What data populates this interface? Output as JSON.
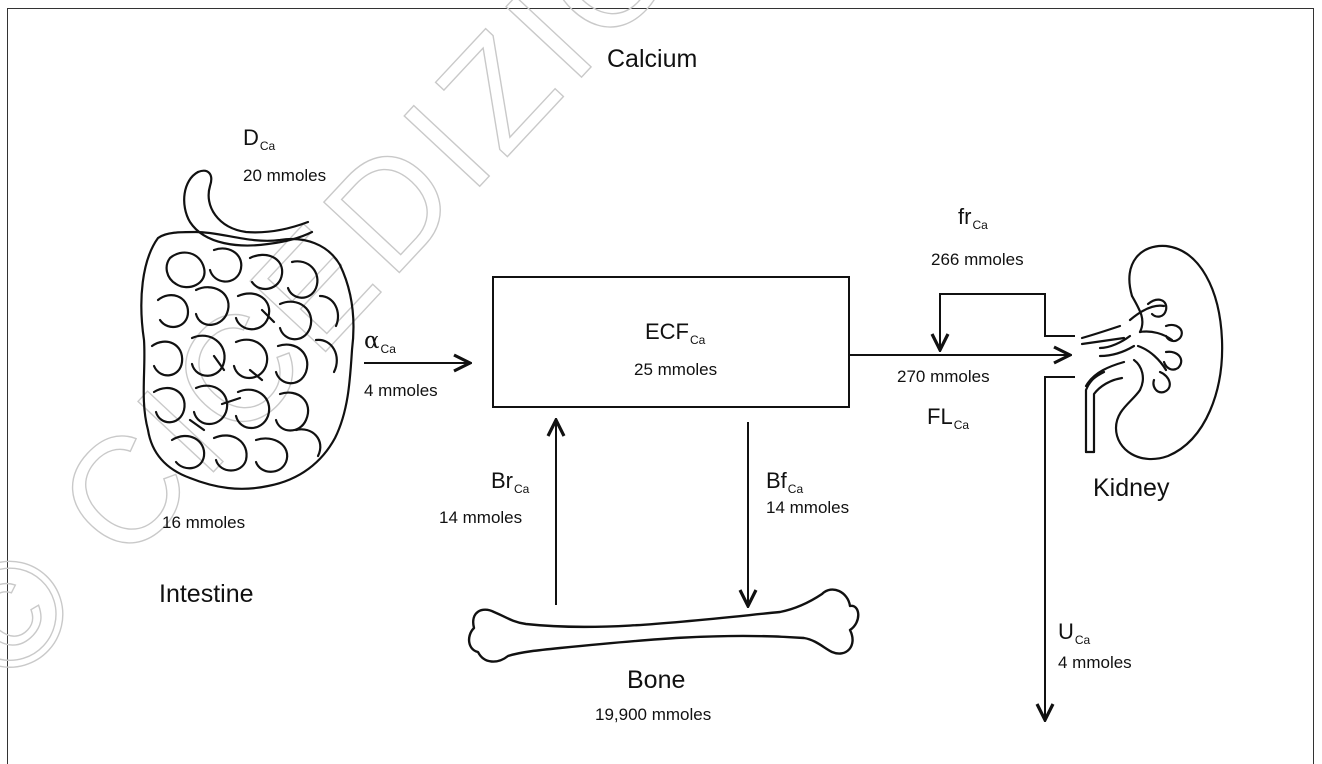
{
  "title": "Calcium",
  "watermark": "© CICEDIZIONI",
  "intestine": {
    "label": "Intestine",
    "dietary_symbol": "D",
    "dietary_sub": "Ca",
    "dietary_amount": "20 mmoles",
    "fecal_amount": "16 mmoles"
  },
  "absorption": {
    "symbol": "α",
    "sub": "Ca",
    "amount": "4 mmoles"
  },
  "ecf": {
    "symbol": "ECF",
    "sub": "Ca",
    "amount": "25 mmoles"
  },
  "bone": {
    "label": "Bone",
    "amount": "19,900 mmoles",
    "resorption_symbol": "Br",
    "resorption_sub": "Ca",
    "resorption_amount": "14 mmoles",
    "formation_symbol": "Bf",
    "formation_sub": "Ca",
    "formation_amount": "14 mmoles"
  },
  "kidney": {
    "label": "Kidney",
    "filtered_symbol": "FL",
    "filtered_sub": "Ca",
    "filtered_amount": "270 mmoles",
    "reabsorbed_symbol": "fr",
    "reabsorbed_sub": "Ca",
    "reabsorbed_amount": "266 mmoles",
    "urine_symbol": "U",
    "urine_sub": "Ca",
    "urine_amount": "4 mmoles"
  }
}
